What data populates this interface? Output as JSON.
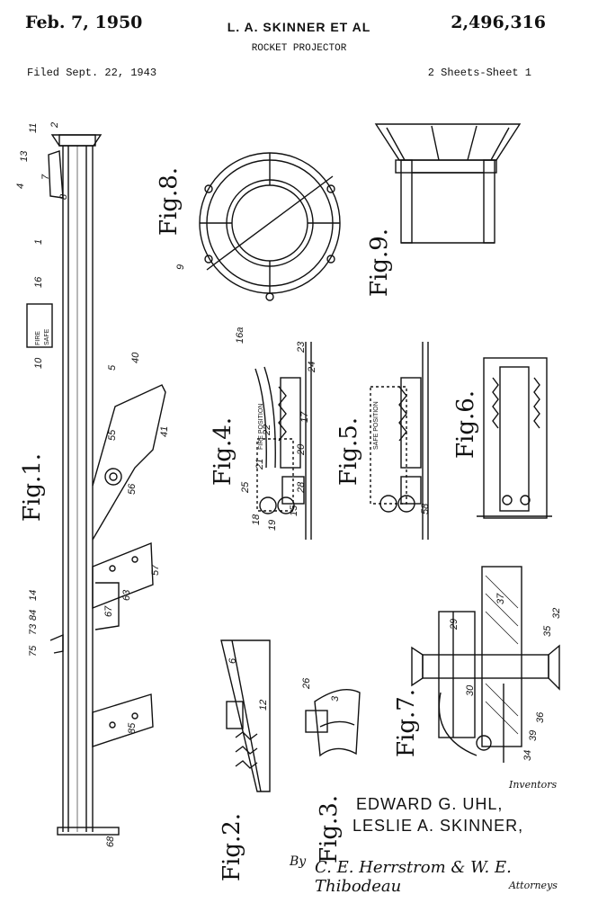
{
  "header": {
    "date": "Feb. 7, 1950",
    "inventor_header": "L. A. SKINNER ET AL",
    "patent_number": "2,496,316",
    "title": "ROCKET PROJECTOR",
    "filed": "Filed Sept. 22, 1943",
    "sheet": "2 Sheets-Sheet 1"
  },
  "figures": {
    "fig1": "Fig.1.",
    "fig2": "Fig.2.",
    "fig3": "Fig.3.",
    "fig4": "Fig.4.",
    "fig5": "Fig.5.",
    "fig6": "Fig.6.",
    "fig7": "Fig.7.",
    "fig8": "Fig.8.",
    "fig9": "Fig.9."
  },
  "labels": {
    "fire_safe_fire": "FIRE",
    "fire_safe_safe": "SAFE",
    "fire_position": "FIRE POSITION",
    "safe_position": "SAFE POSITION"
  },
  "refs": [
    "2",
    "11",
    "13",
    "4",
    "7",
    "8",
    "1",
    "16",
    "10",
    "5",
    "40",
    "41",
    "55",
    "56",
    "57",
    "63",
    "67",
    "84",
    "73",
    "14",
    "75",
    "85",
    "68",
    "16a",
    "23",
    "24",
    "17",
    "20",
    "22",
    "21",
    "25",
    "28",
    "15",
    "18",
    "19",
    "58",
    "9",
    "6",
    "12",
    "3",
    "26",
    "29",
    "30",
    "32",
    "35",
    "36",
    "37",
    "39",
    "34"
  ],
  "signature": {
    "inventors_label": "Inventors",
    "inventor_1": "EDWARD G. UHL,",
    "inventor_2": "LESLIE A. SKINNER,",
    "by": "By",
    "attorneys": "C. E. Herrstrom & W. E. Thibodeau",
    "attorneys_label": "Attorneys"
  }
}
